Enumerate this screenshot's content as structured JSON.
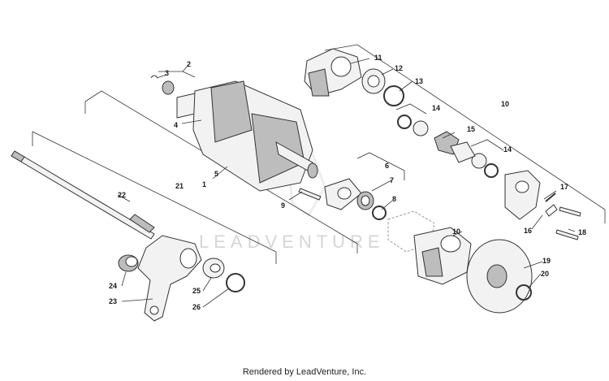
{
  "diagram": {
    "watermark": "LEADVENTURE",
    "footer": "Rendered by LeadVenture, Inc.",
    "callouts": {
      "c1": "1",
      "c2": "2",
      "c3": "3",
      "c4": "4",
      "c5": "5",
      "c6": "6",
      "c7": "7",
      "c8": "8",
      "c9": "9",
      "c10a": "10",
      "c10b": "10",
      "c11": "11",
      "c12": "12",
      "c13": "13",
      "c14a": "14",
      "c14b": "14",
      "c15": "15",
      "c16": "16",
      "c17": "17",
      "c18": "18",
      "c19": "19",
      "c20": "20",
      "c21": "21",
      "c22": "22",
      "c23": "23",
      "c24": "24",
      "c25": "25",
      "c26": "26"
    }
  }
}
